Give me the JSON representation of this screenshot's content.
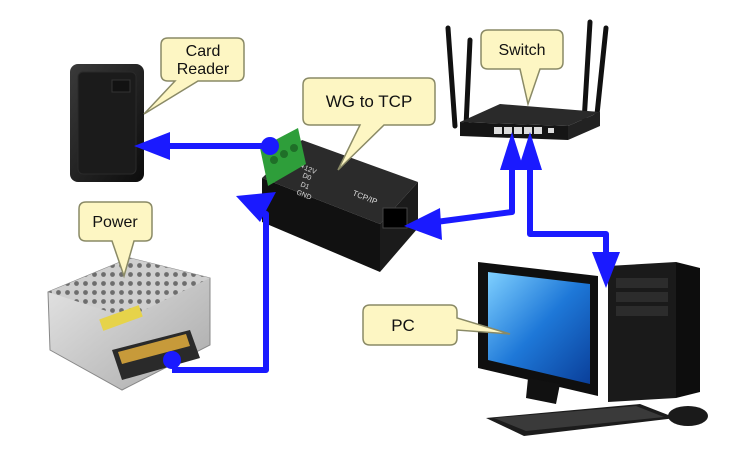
{
  "labels": {
    "card_reader": [
      "Card",
      "Reader"
    ],
    "wg_to_tcp": "WG to TCP",
    "switch": "Switch",
    "power": "Power",
    "pc": "PC"
  },
  "converter_text": {
    "pins": [
      "+12V",
      "D0",
      "D1",
      "GND"
    ],
    "port": "TCP/IP"
  },
  "colors": {
    "wire": "#1a1aff",
    "callout_fill": "#fdf6c3",
    "callout_stroke": "#8a8a66",
    "terminal": "#2e9e3a"
  }
}
